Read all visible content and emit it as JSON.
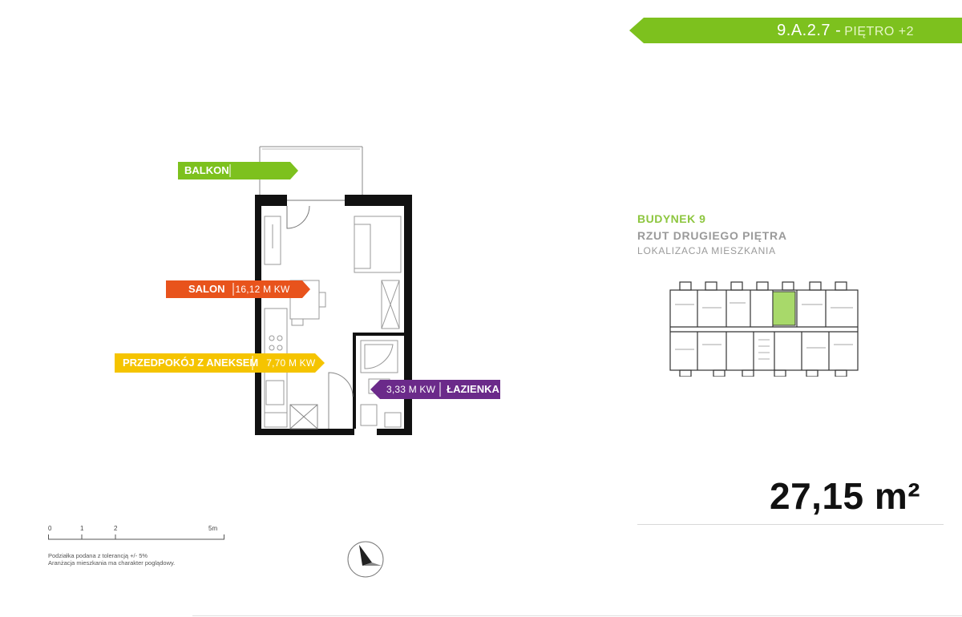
{
  "header": {
    "unit_code": "9.A.2.7 -",
    "floor_label": "PIĘTRO +2",
    "accent": "#7dc11e"
  },
  "rooms": {
    "balkon": {
      "label": "BALKON",
      "color": "#7dc11e"
    },
    "salon": {
      "label": "SALON",
      "area": "16,12 M KW",
      "color": "#e8531c"
    },
    "przedpokoj": {
      "label": "PRZEDPOKÓJ Z ANEKSEM",
      "area": "7,70 M KW",
      "color": "#f5c400"
    },
    "lazienka": {
      "label": "ŁAZIENKA",
      "area": "3,33 M KW",
      "color": "#6b2a8a"
    }
  },
  "building": {
    "title": "BUDYNEK 9",
    "subtitle": "RZUT DRUGIEGO PIĘTRA",
    "location_label": "LOKALIZACJA MIESZKANIA",
    "highlight_color": "#a8d96a"
  },
  "total_area": {
    "value": "27,15",
    "unit": "m²"
  },
  "scale": {
    "ticks": [
      "0",
      "1",
      "2",
      "5m"
    ]
  },
  "notes": {
    "line1": "Podziałka podana z tolerancją +/- 5%",
    "line2": "Aranżacja mieszkania ma charakter poglądowy."
  },
  "icons": {
    "compass": "compass-icon"
  }
}
